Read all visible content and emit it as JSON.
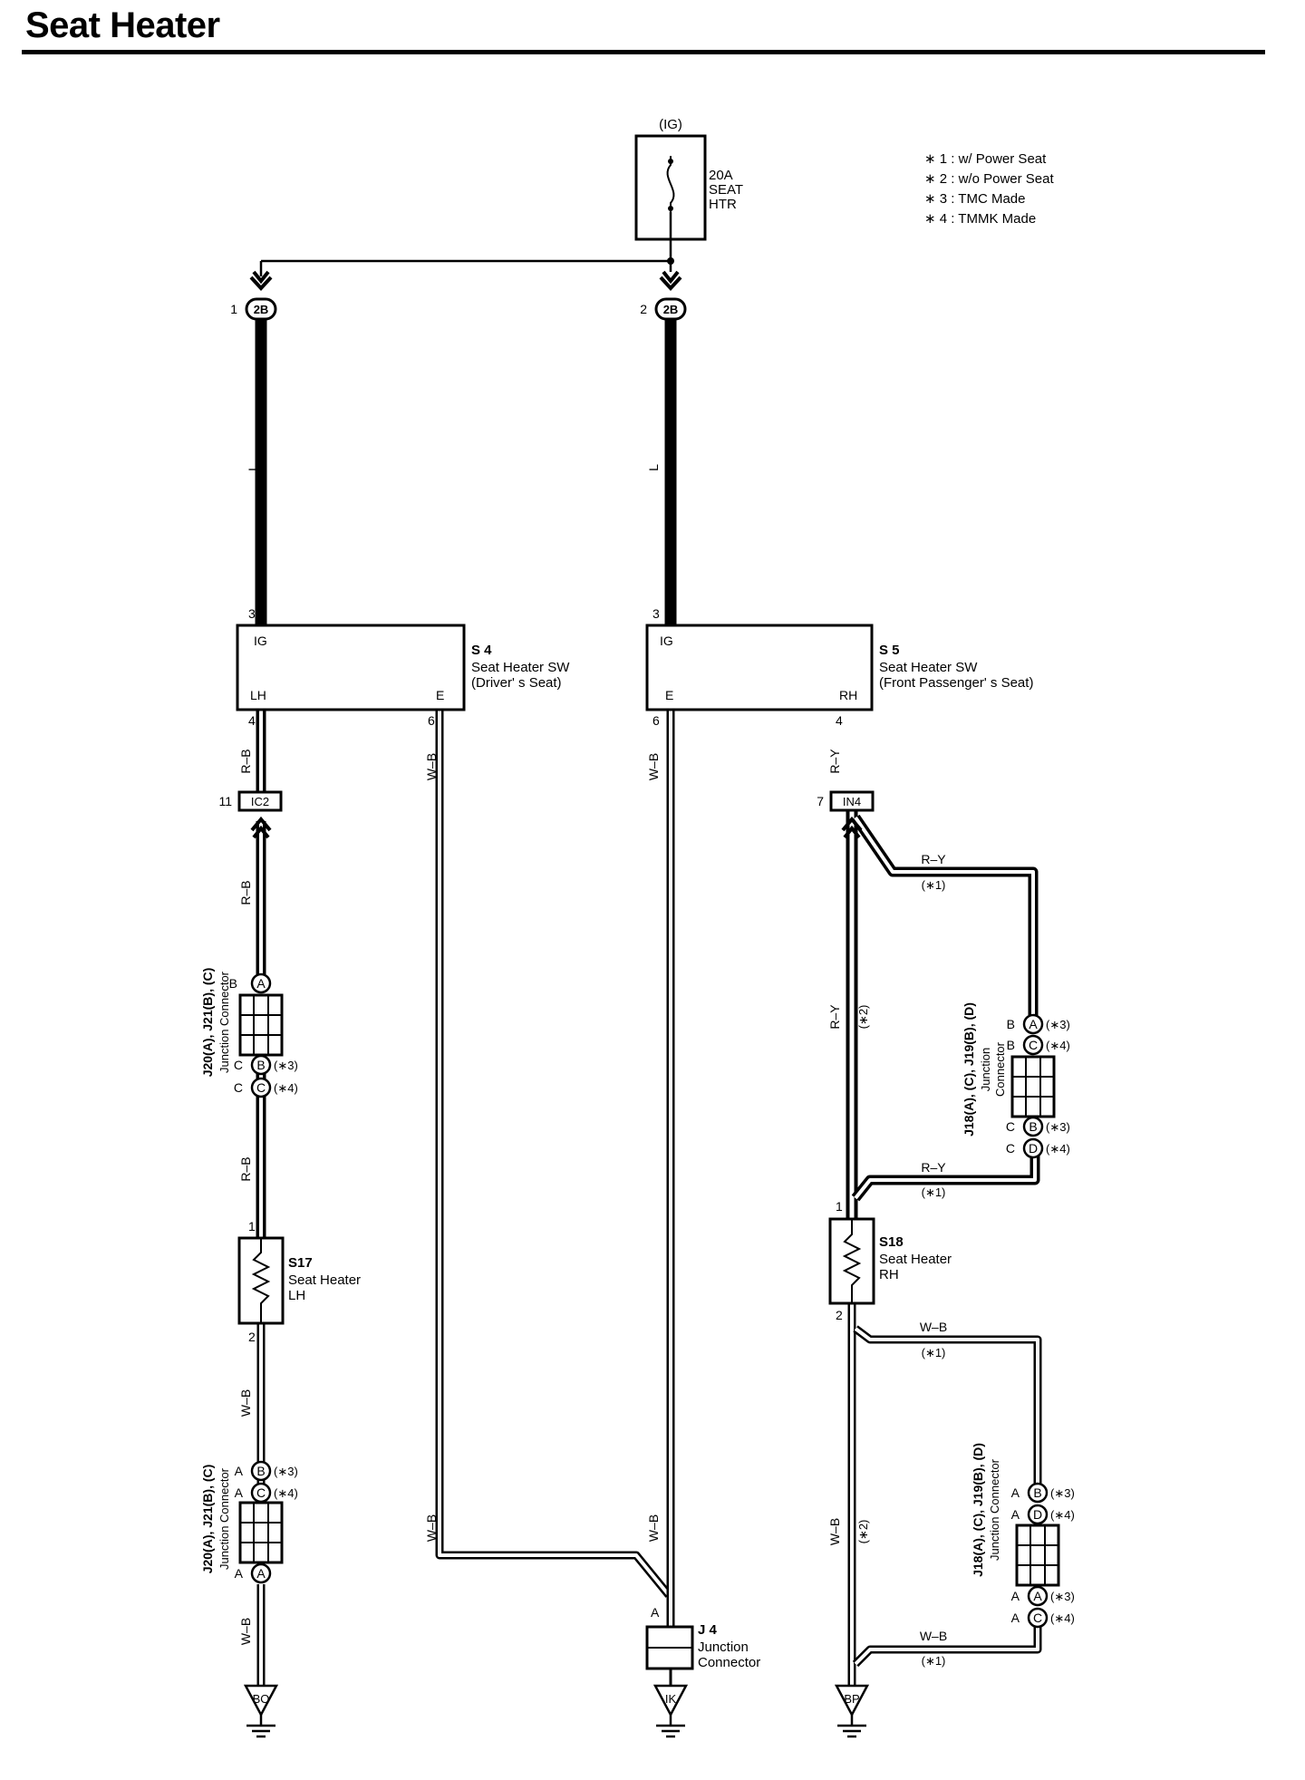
{
  "title": "Seat Heater",
  "colors": {
    "ink": "#000000",
    "paper": "#ffffff"
  },
  "power": {
    "source": "(IG)",
    "fuse": [
      "20A",
      "SEAT",
      "HTR"
    ]
  },
  "notes": [
    "∗ 1 : w/ Power Seat",
    "∗ 2 : w/o Power Seat",
    "∗ 3 : TMC Made",
    "∗ 4 : TMMK Made"
  ],
  "wire_colors": {
    "l": "L",
    "rb": "R–B",
    "wb": "W–B",
    "ry": "R–Y"
  },
  "conditions": {
    "c1": "(∗1)",
    "c2": "(∗2)",
    "c3": "(∗3)",
    "c4": "(∗4)"
  },
  "pins": {
    "p1": "1",
    "p2": "2",
    "p3": "3",
    "p4": "4",
    "p6": "6",
    "p7": "7",
    "p11": "11"
  },
  "letters": {
    "a": "A",
    "b": "B",
    "c": "C",
    "d": "D",
    "e": "E"
  },
  "inline_connectors": {
    "c2b": "2B",
    "ic2": "IC2",
    "in4": "IN4"
  },
  "s4": {
    "code": "S 4",
    "name": "Seat Heater SW",
    "sub": "(Driver' s Seat)",
    "t_ig": "IG",
    "t_lh": "LH",
    "t_e": "E"
  },
  "s5": {
    "code": "S 5",
    "name": "Seat Heater SW",
    "sub": "(Front Passenger' s Seat)",
    "t_ig": "IG",
    "t_e": "E",
    "t_rh": "RH"
  },
  "s17": {
    "code": "S17",
    "name": "Seat Heater",
    "sub": "LH"
  },
  "s18": {
    "code": "S18",
    "name": "Seat Heater",
    "sub": "RH"
  },
  "j4": {
    "code": "J 4",
    "name": "Junction",
    "sub": "Connector"
  },
  "jc_left": {
    "code": "J20(A), J21(B), (C)",
    "name": "Junction Connector"
  },
  "jc_right": {
    "code": "J18(A), (C), J19(B), (D)",
    "name": "Junction Connector"
  },
  "jc_right_top": {
    "code": "J18(A), (C), J19(B), (D)",
    "name1": "Junction",
    "name2": "Connector"
  },
  "grounds": {
    "bo": "BO",
    "ik": "IK",
    "bp": "BP"
  }
}
